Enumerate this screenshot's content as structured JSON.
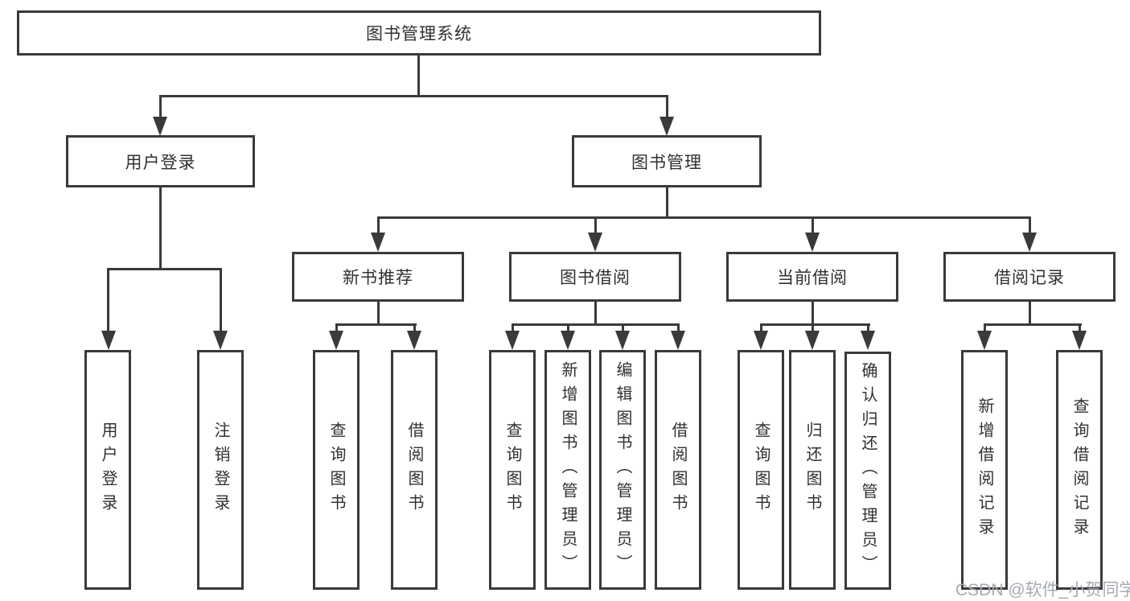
{
  "colors": {
    "line": "#3a3a3a",
    "text": "#303030",
    "watermark": "#a6aab1",
    "background": "#ffffff"
  },
  "tree": {
    "root": "图书管理系统",
    "branches": [
      {
        "label": "用户登录",
        "children": [
          "用户登录",
          "注销登录"
        ]
      },
      {
        "label": "图书管理",
        "sections": [
          {
            "label": "新书推荐",
            "children": [
              "查询图书",
              "借阅图书"
            ]
          },
          {
            "label": "图书借阅",
            "children": [
              "查询图书",
              "新增图书（管理员）",
              "编辑图书（管理员）",
              "借阅图书"
            ]
          },
          {
            "label": "当前借阅",
            "children": [
              "查询图书",
              "归还图书",
              "确认归还（管理员）"
            ]
          },
          {
            "label": "借阅记录",
            "children": [
              "新增借阅记录",
              "查询借阅记录"
            ]
          }
        ]
      }
    ]
  },
  "watermark": "CSDN @软件_小贺同学"
}
